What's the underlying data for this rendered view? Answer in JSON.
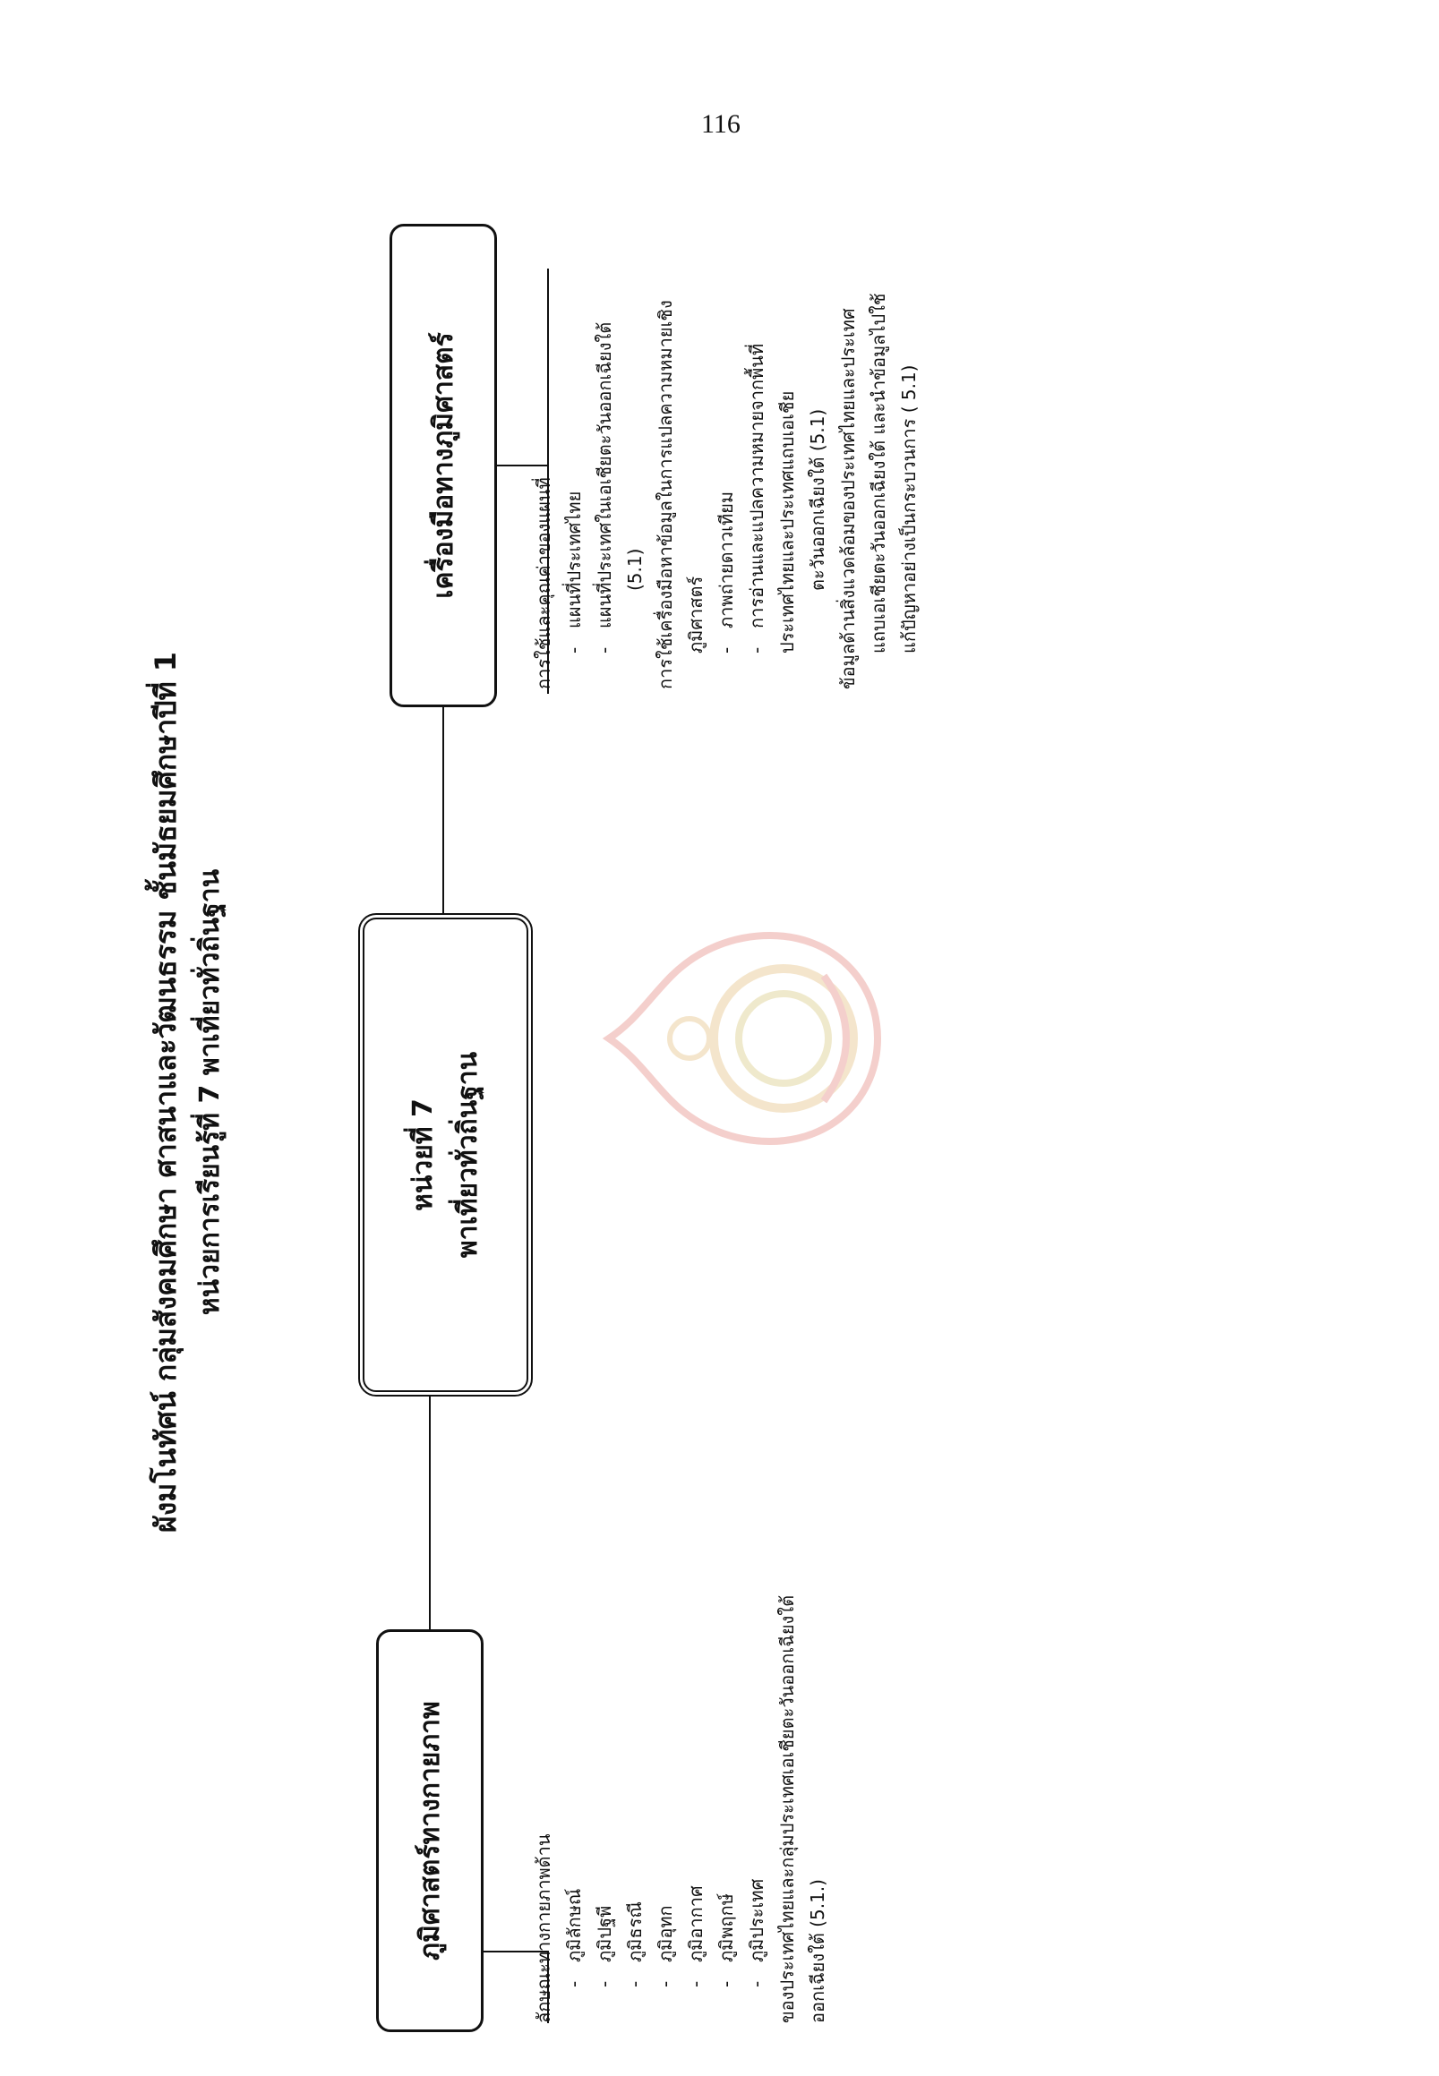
{
  "page_number": "116",
  "title": {
    "line1": "ผังมโนทัศน์ กลุ่มสังคมศึกษา ศาสนาและวัฒนธรรม ชั้นมัธยมศึกษาปีที่ 1",
    "line2": "หน่วยการเรียนรู้ที่ 7  พาเที่ยวทั่วถิ่นฐาน"
  },
  "center_box": {
    "line1": "หน่วยที่ 7",
    "line2": "พาเที่ยวทั่วถิ่นฐาน"
  },
  "left_box": {
    "label": "ภูมิศาสตร์ทางกายภาพ"
  },
  "right_box": {
    "label": "เครื่องมือทางภูมิศาสตร์"
  },
  "left_topics": {
    "main": "ลักษณะทางกายภาพด้าน",
    "subs": [
      "ภูมิลักษณ์",
      "ภูมิปฐพี",
      "ภูมิธรณี",
      "ภูมิอุทก",
      "ภูมิอากาศ",
      "ภูมิพฤกษ์",
      "ภูมิประเทศ"
    ],
    "tail1": "ของประเทศไทยและกลุ่มประเทศเอเชียตะวันออกเฉียงใต้",
    "tail2": "ออกเฉียงใต้  (5.1.)"
  },
  "right_topics": {
    "t1": "การใช้และคุณค่าของแผนที่",
    "t1_subs": [
      "แผนที่ประเทศไทย",
      "แผนที่ประเทศในเอเชียตะวันออกเฉียงใต้"
    ],
    "t1_tail": "(5.1)",
    "t2": "การใช้เครื่องมือหาข้อมูลในการแปลความหมายเชิง",
    "t2_cont": "ภูมิศาสตร์",
    "t2_subs": [
      "ภาพถ่ายดาวเทียม",
      "การอ่านและแปลความหมายจากพื้นที่"
    ],
    "t2_cont2": "ประเทศไทยและประเทศแถบเอเชีย",
    "t2_tail": "ตะวันออกเฉียงใต้  (5.1)",
    "t3": "ข้อมูลด้านสิ่งแวดล้อมของประเทศไทยและประเทศ",
    "t3_cont": "แถบเอเชียตะวันออกเฉียงใต้  และนำข้อมูลไปใช้",
    "t3_tail": "แก้ปัญหาอย่างเป็นกระบวนการ  ( 5.1)"
  }
}
